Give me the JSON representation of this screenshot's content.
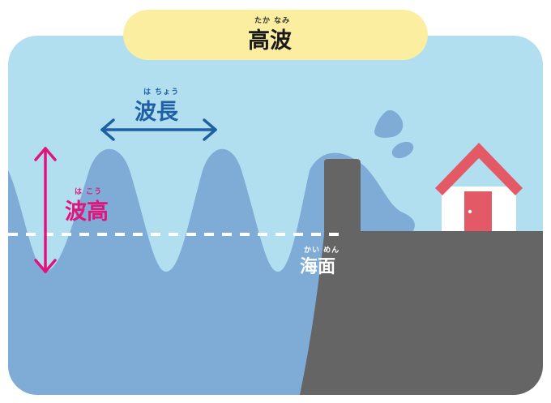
{
  "title": {
    "ruby": "たか なみ",
    "text": "高波"
  },
  "labels": {
    "wavelength": {
      "ruby": "は ちょう",
      "text": "波長"
    },
    "wave_height": {
      "ruby": "は こう",
      "text": "波高"
    },
    "sea_level": {
      "ruby": "かい めん",
      "text": "海面"
    }
  },
  "colors": {
    "sky": "#b2dff0",
    "wave": "#7eacd6",
    "land": "#656565",
    "wavelength": "#1f5fa5",
    "wave_height": "#e0147c",
    "title_bg": "#fbeea0",
    "house_roof": "#e35a66",
    "house_wall": "#ffffff"
  }
}
